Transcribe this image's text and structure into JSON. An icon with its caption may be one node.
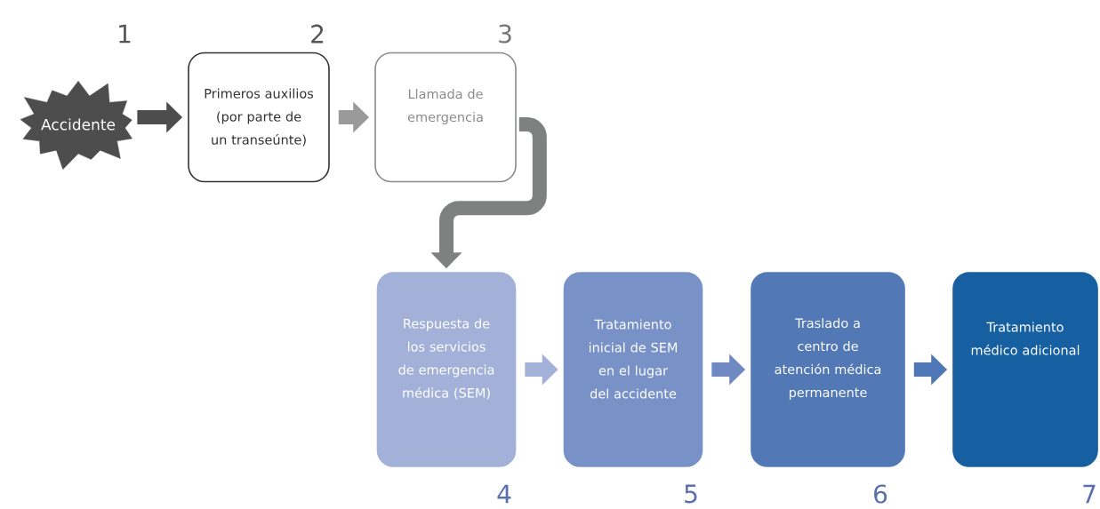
{
  "diagram": {
    "nodes": [
      {
        "text": [
          "Accidente"
        ],
        "beside": [
          "1"
        ]
      },
      {
        "text": [
          "Primeros auxilios (por parte de un transeúnte)"
        ],
        "beside": [
          "2"
        ]
      },
      {
        "text": [
          "Llamada de emergencia"
        ],
        "beside": [
          "3"
        ]
      },
      {
        "text": [
          "Respuesta de los servicios de emergencia médica (SEM)"
        ],
        "beside": [
          "4"
        ]
      },
      {
        "text": [
          "Tratamiento inicial de SEM en el lugar del accidente"
        ],
        "beside": [
          "5"
        ]
      },
      {
        "text": [
          "Traslado a centro de atención médica permanente"
        ],
        "beside": [
          "6"
        ]
      },
      {
        "text": [
          "Tratamiento médico adicional"
        ],
        "beside": [
          "7"
        ]
      }
    ],
    "edges": [
      {
        "from": 0,
        "to": 1,
        "arrow": "to",
        "color": "#4d4d4d"
      },
      {
        "from": 1,
        "to": 2,
        "arrow": "to",
        "color": "#9a9a9a"
      },
      {
        "from": 2,
        "to": 3,
        "arrow": "to",
        "color": "#7f8180"
      },
      {
        "from": 3,
        "to": 4,
        "arrow": "to",
        "color": "#a3b1d8"
      },
      {
        "from": 4,
        "to": 5,
        "arrow": "to",
        "color": "#6f8ac3"
      },
      {
        "from": 5,
        "to": 6,
        "arrow": "to",
        "color": "#4e77b6"
      }
    ]
  }
}
